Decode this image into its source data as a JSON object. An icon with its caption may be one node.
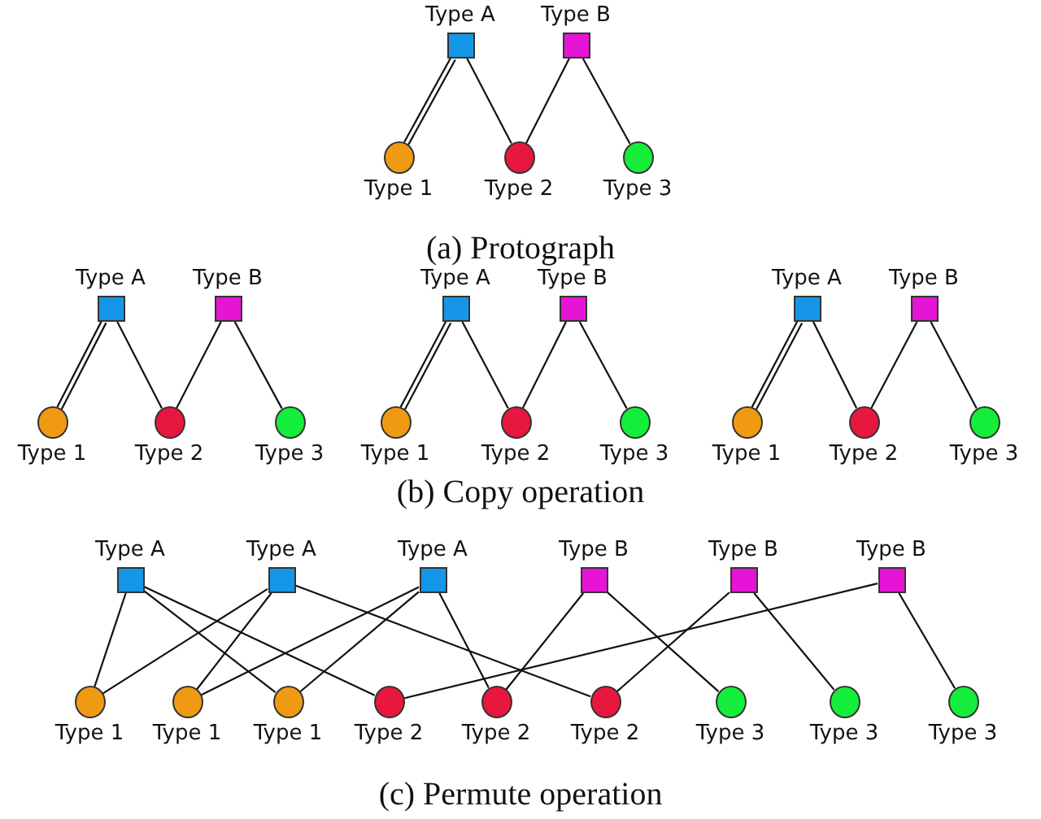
{
  "diagram": {
    "nodes": [
      {
        "text": [
          "Type A"
        ]
      },
      {
        "text": [
          "Type B"
        ]
      },
      {
        "text": [
          "Type 1"
        ]
      },
      {
        "text": [
          "Type 2"
        ]
      },
      {
        "text": [
          "Type 3"
        ]
      },
      {
        "text": [
          "Type A"
        ]
      },
      {
        "text": [
          "Type B"
        ]
      },
      {
        "text": [
          "Type 1"
        ]
      },
      {
        "text": [
          "Type 2"
        ]
      },
      {
        "text": [
          "Type 3"
        ]
      },
      {
        "text": [
          "Type A"
        ]
      },
      {
        "text": [
          "Type B"
        ]
      },
      {
        "text": [
          "Type 1"
        ]
      },
      {
        "text": [
          "Type 2"
        ]
      },
      {
        "text": [
          "Type 3"
        ]
      },
      {
        "text": [
          "Type A"
        ]
      },
      {
        "text": [
          "Type B"
        ]
      },
      {
        "text": [
          "Type 1"
        ]
      },
      {
        "text": [
          "Type 2"
        ]
      },
      {
        "text": [
          "Type 3"
        ]
      },
      {
        "text": [
          "Type A"
        ]
      },
      {
        "text": [
          "Type A"
        ]
      },
      {
        "text": [
          "Type A"
        ]
      },
      {
        "text": [
          "Type B"
        ]
      },
      {
        "text": [
          "Type B"
        ]
      },
      {
        "text": [
          "Type B"
        ]
      },
      {
        "text": [
          "Type 1"
        ]
      },
      {
        "text": [
          "Type 1"
        ]
      },
      {
        "text": [
          "Type 1"
        ]
      },
      {
        "text": [
          "Type 2"
        ]
      },
      {
        "text": [
          "Type 2"
        ]
      },
      {
        "text": [
          "Type 2"
        ]
      },
      {
        "text": [
          "Type 3"
        ]
      },
      {
        "text": [
          "Type 3"
        ]
      },
      {
        "text": [
          "Type 3"
        ]
      }
    ],
    "edges": [
      {
        "from": 0,
        "to": 2,
        "arrow": "none"
      },
      {
        "from": 0,
        "to": 2,
        "arrow": "none"
      },
      {
        "from": 0,
        "to": 3,
        "arrow": "none"
      },
      {
        "from": 1,
        "to": 3,
        "arrow": "none"
      },
      {
        "from": 1,
        "to": 4,
        "arrow": "none"
      },
      {
        "from": 5,
        "to": 7,
        "arrow": "none"
      },
      {
        "from": 5,
        "to": 7,
        "arrow": "none"
      },
      {
        "from": 5,
        "to": 8,
        "arrow": "none"
      },
      {
        "from": 6,
        "to": 8,
        "arrow": "none"
      },
      {
        "from": 6,
        "to": 9,
        "arrow": "none"
      },
      {
        "from": 10,
        "to": 12,
        "arrow": "none"
      },
      {
        "from": 10,
        "to": 12,
        "arrow": "none"
      },
      {
        "from": 10,
        "to": 13,
        "arrow": "none"
      },
      {
        "from": 11,
        "to": 13,
        "arrow": "none"
      },
      {
        "from": 11,
        "to": 14,
        "arrow": "none"
      },
      {
        "from": 15,
        "to": 17,
        "arrow": "none"
      },
      {
        "from": 15,
        "to": 17,
        "arrow": "none"
      },
      {
        "from": 15,
        "to": 18,
        "arrow": "none"
      },
      {
        "from": 16,
        "to": 18,
        "arrow": "none"
      },
      {
        "from": 16,
        "to": 19,
        "arrow": "none"
      },
      {
        "from": 20,
        "to": 26,
        "arrow": "none"
      },
      {
        "from": 20,
        "to": 28,
        "arrow": "none"
      },
      {
        "from": 20,
        "to": 29,
        "arrow": "none"
      },
      {
        "from": 21,
        "to": 26,
        "arrow": "none"
      },
      {
        "from": 21,
        "to": 27,
        "arrow": "none"
      },
      {
        "from": 21,
        "to": 31,
        "arrow": "none"
      },
      {
        "from": 22,
        "to": 27,
        "arrow": "none"
      },
      {
        "from": 22,
        "to": 28,
        "arrow": "none"
      },
      {
        "from": 22,
        "to": 30,
        "arrow": "none"
      },
      {
        "from": 23,
        "to": 30,
        "arrow": "none"
      },
      {
        "from": 23,
        "to": 32,
        "arrow": "none"
      },
      {
        "from": 24,
        "to": 31,
        "arrow": "none"
      },
      {
        "from": 24,
        "to": 33,
        "arrow": "none"
      },
      {
        "from": 25,
        "to": 29,
        "arrow": "none"
      },
      {
        "from": 25,
        "to": 34,
        "arrow": "none"
      }
    ],
    "labels": [
      "(a) Protograph",
      "(b) Copy operation",
      "(c) Permute operation"
    ]
  }
}
